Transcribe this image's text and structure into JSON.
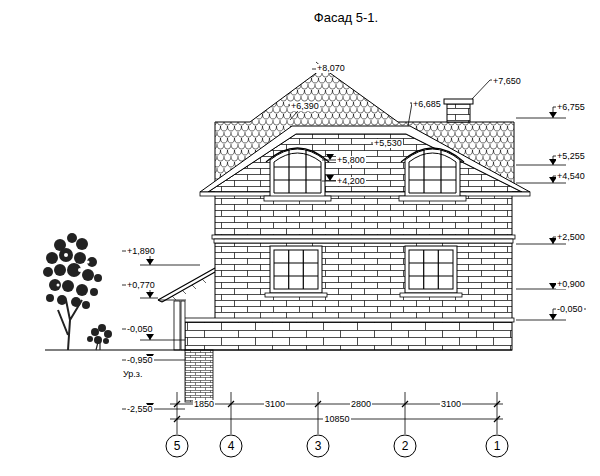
{
  "diagram": {
    "title": "Фасад 5-1.",
    "nodes": [
      {
        "text": [
          "5"
        ]
      },
      {
        "text": [
          "4"
        ]
      },
      {
        "text": [
          "3"
        ]
      },
      {
        "text": [
          "2"
        ]
      },
      {
        "text": [
          "1"
        ]
      }
    ],
    "labels": [
      "+8,070",
      "+7,650",
      "+6,390",
      "+6,685",
      "+6,755",
      "+5,530",
      "+5,800",
      "+4,200",
      "+5,255",
      "+4,540",
      "+2,500",
      "+1,890",
      "+0,770",
      "+0,900",
      "-0,050",
      "-0,050",
      "-0,950",
      "Ур.з.",
      "-2,550",
      "1850",
      "3100",
      "2800",
      "3100",
      "10850"
    ]
  }
}
